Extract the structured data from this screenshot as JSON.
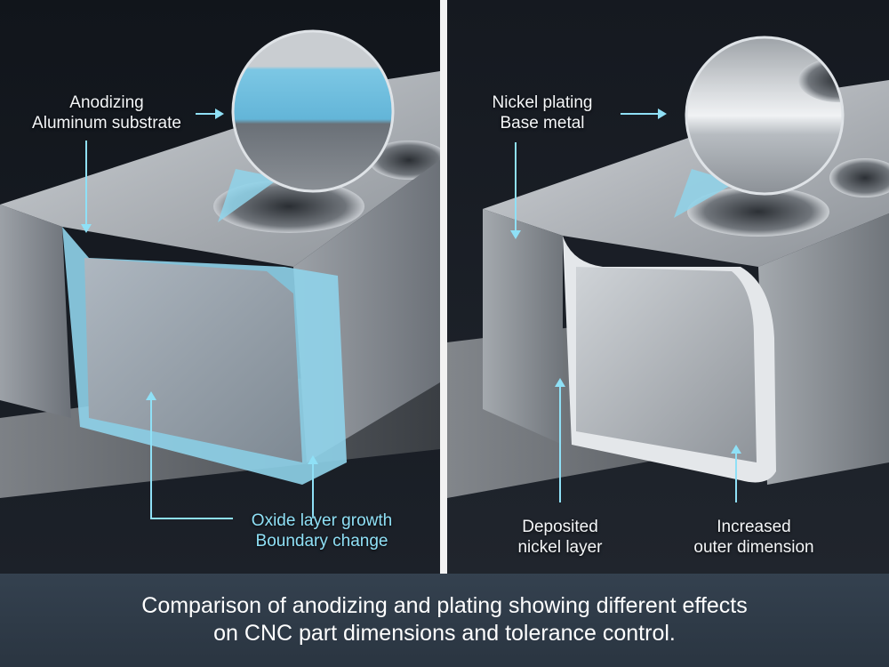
{
  "left_panel": {
    "callout_top": [
      "Anodizing",
      "Aluminum substrate"
    ],
    "callout_bottom": [
      "Oxide layer growth",
      "Boundary change"
    ],
    "colors": {
      "oxide_layer": "#8fd3ea",
      "label_accent": "#8fe0f6"
    }
  },
  "right_panel": {
    "callout_top": [
      "Nickel plating",
      "Base metal"
    ],
    "callout_deposit": [
      "Deposited",
      "nickel layer"
    ],
    "callout_dimension": [
      "Increased",
      "outer dimension"
    ]
  },
  "caption": {
    "lines": [
      "Comparison of anodizing and plating showing different effects",
      "on CNC part dimensions and tolerance control."
    ]
  }
}
